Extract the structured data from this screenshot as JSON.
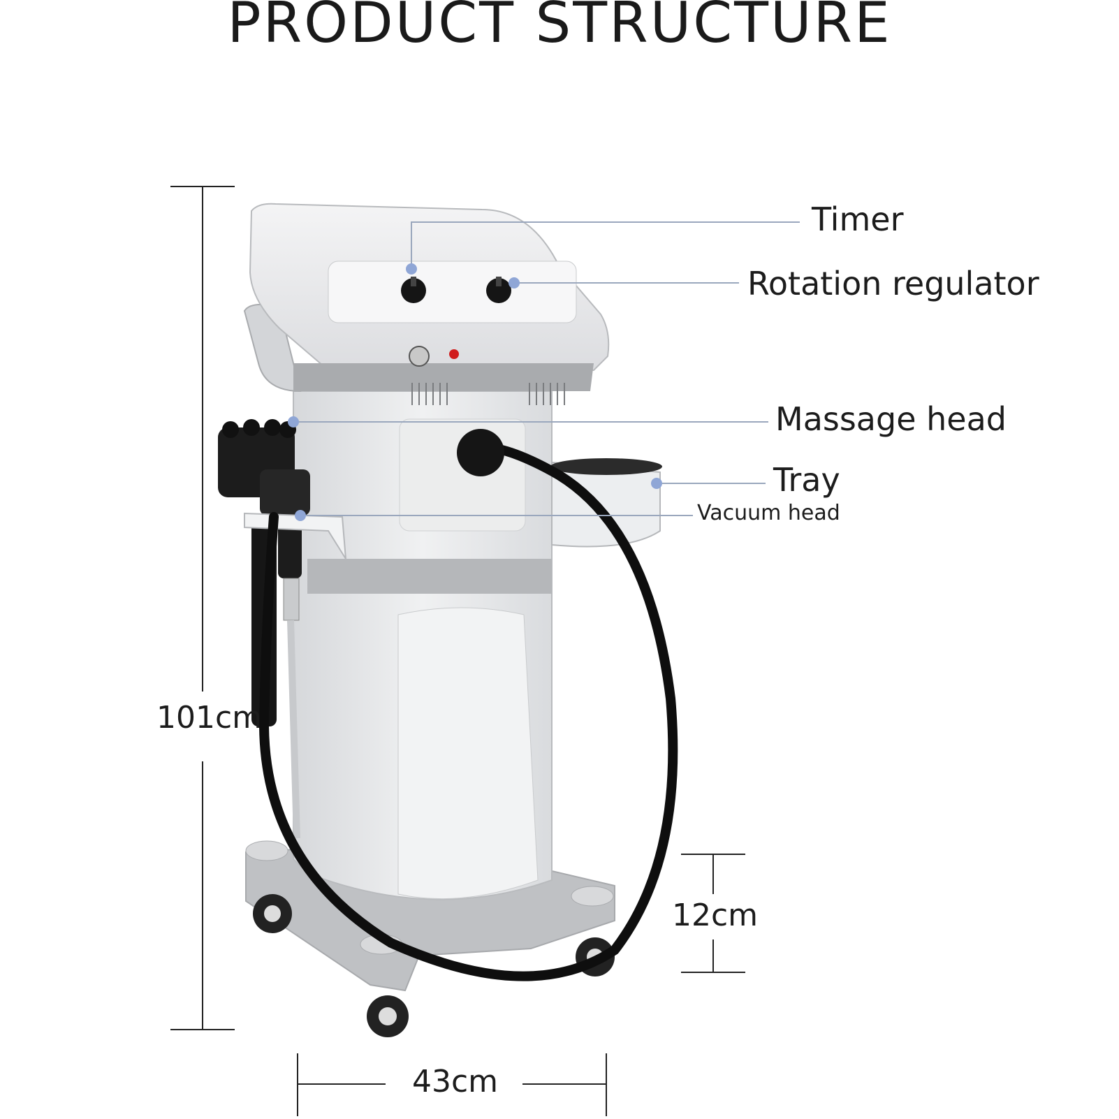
{
  "title": "PRODUCT STRUCTURE",
  "callouts": {
    "timer": "Timer",
    "rotation_regulator": "Rotation regulator",
    "massage_head": "Massage head",
    "tray": "Tray",
    "vacuum_head": "Vacuum head"
  },
  "dimensions": {
    "height": "101cm",
    "width": "43cm",
    "base_height": "12cm"
  },
  "colors": {
    "leader_line": "#9aa7bd",
    "dot": "#8fa6d6",
    "body": "#e6e7e9",
    "cable": "#111111"
  }
}
